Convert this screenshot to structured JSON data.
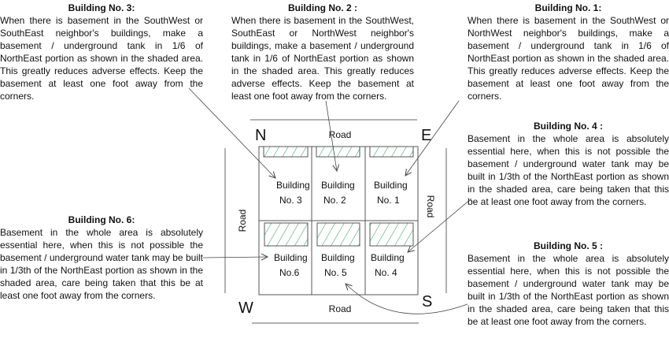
{
  "notes": {
    "b3": {
      "title": "Building No. 3:",
      "body": "When there is basement in the SouthWest or SouthEast neighbor's buildings, make a basement / underground tank in 1/6 of NorthEast portion as shown in the shaded area. This greatly reduces adverse effects. Keep the basement at least one foot away from the corners."
    },
    "b2": {
      "title": "Building No. 2 :",
      "body": "When there is basement in the SouthWest, SouthEast or NorthWest neighbor's buildings, make a basement / underground tank in 1/6 of NorthEast portion as shown in the shaded area. This greatly reduces adverse effects. Keep the basement at least one foot away from the corners."
    },
    "b1": {
      "title": "Building No. 1:",
      "body": "When there is basement in the SouthWest or NorthWest neighbor's buildings, make a basement / underground tank in 1/6 of NorthEast portion as shown in the shaded area. This greatly reduces adverse effects. Keep the basement at least one foot away from the corners."
    },
    "b4": {
      "title": "Building No. 4 :",
      "body": "Basement in the whole area is absolutely essential here, when this is not possible the basement / underground water tank may be built in 1/3th of the NorthEast portion as shown in the shaded area, care being taken that this be at least one foot away from the corners."
    },
    "b6": {
      "title": "Building No. 6:",
      "body": "Basement in the whole area is absolutely essential here, when this is not possible the basement / underground water tank may be built in 1/3th of the NorthEast portion as shown in the shaded area, care being taken that this be at least one foot away from the corners."
    },
    "b5": {
      "title": "Building No. 5 :",
      "body": "Basement in the whole area is absolutely essential here, when this is not possible the basement / underground water tank may be built in 1/3th of the NorthEast portion as shown in the shaded area, care being taken that this be at least one foot away from the corners."
    }
  },
  "diagram": {
    "directions": {
      "n": "N",
      "e": "E",
      "w": "W",
      "s": "S"
    },
    "road": "Road",
    "building_word": "Building",
    "plots": {
      "p3": "No.  3",
      "p2": "No.  2",
      "p1": "No.  1",
      "p6": "No.6",
      "p5": "No.  5",
      "p4": "No.  4"
    },
    "hatch_color": "#1a9a5a"
  }
}
